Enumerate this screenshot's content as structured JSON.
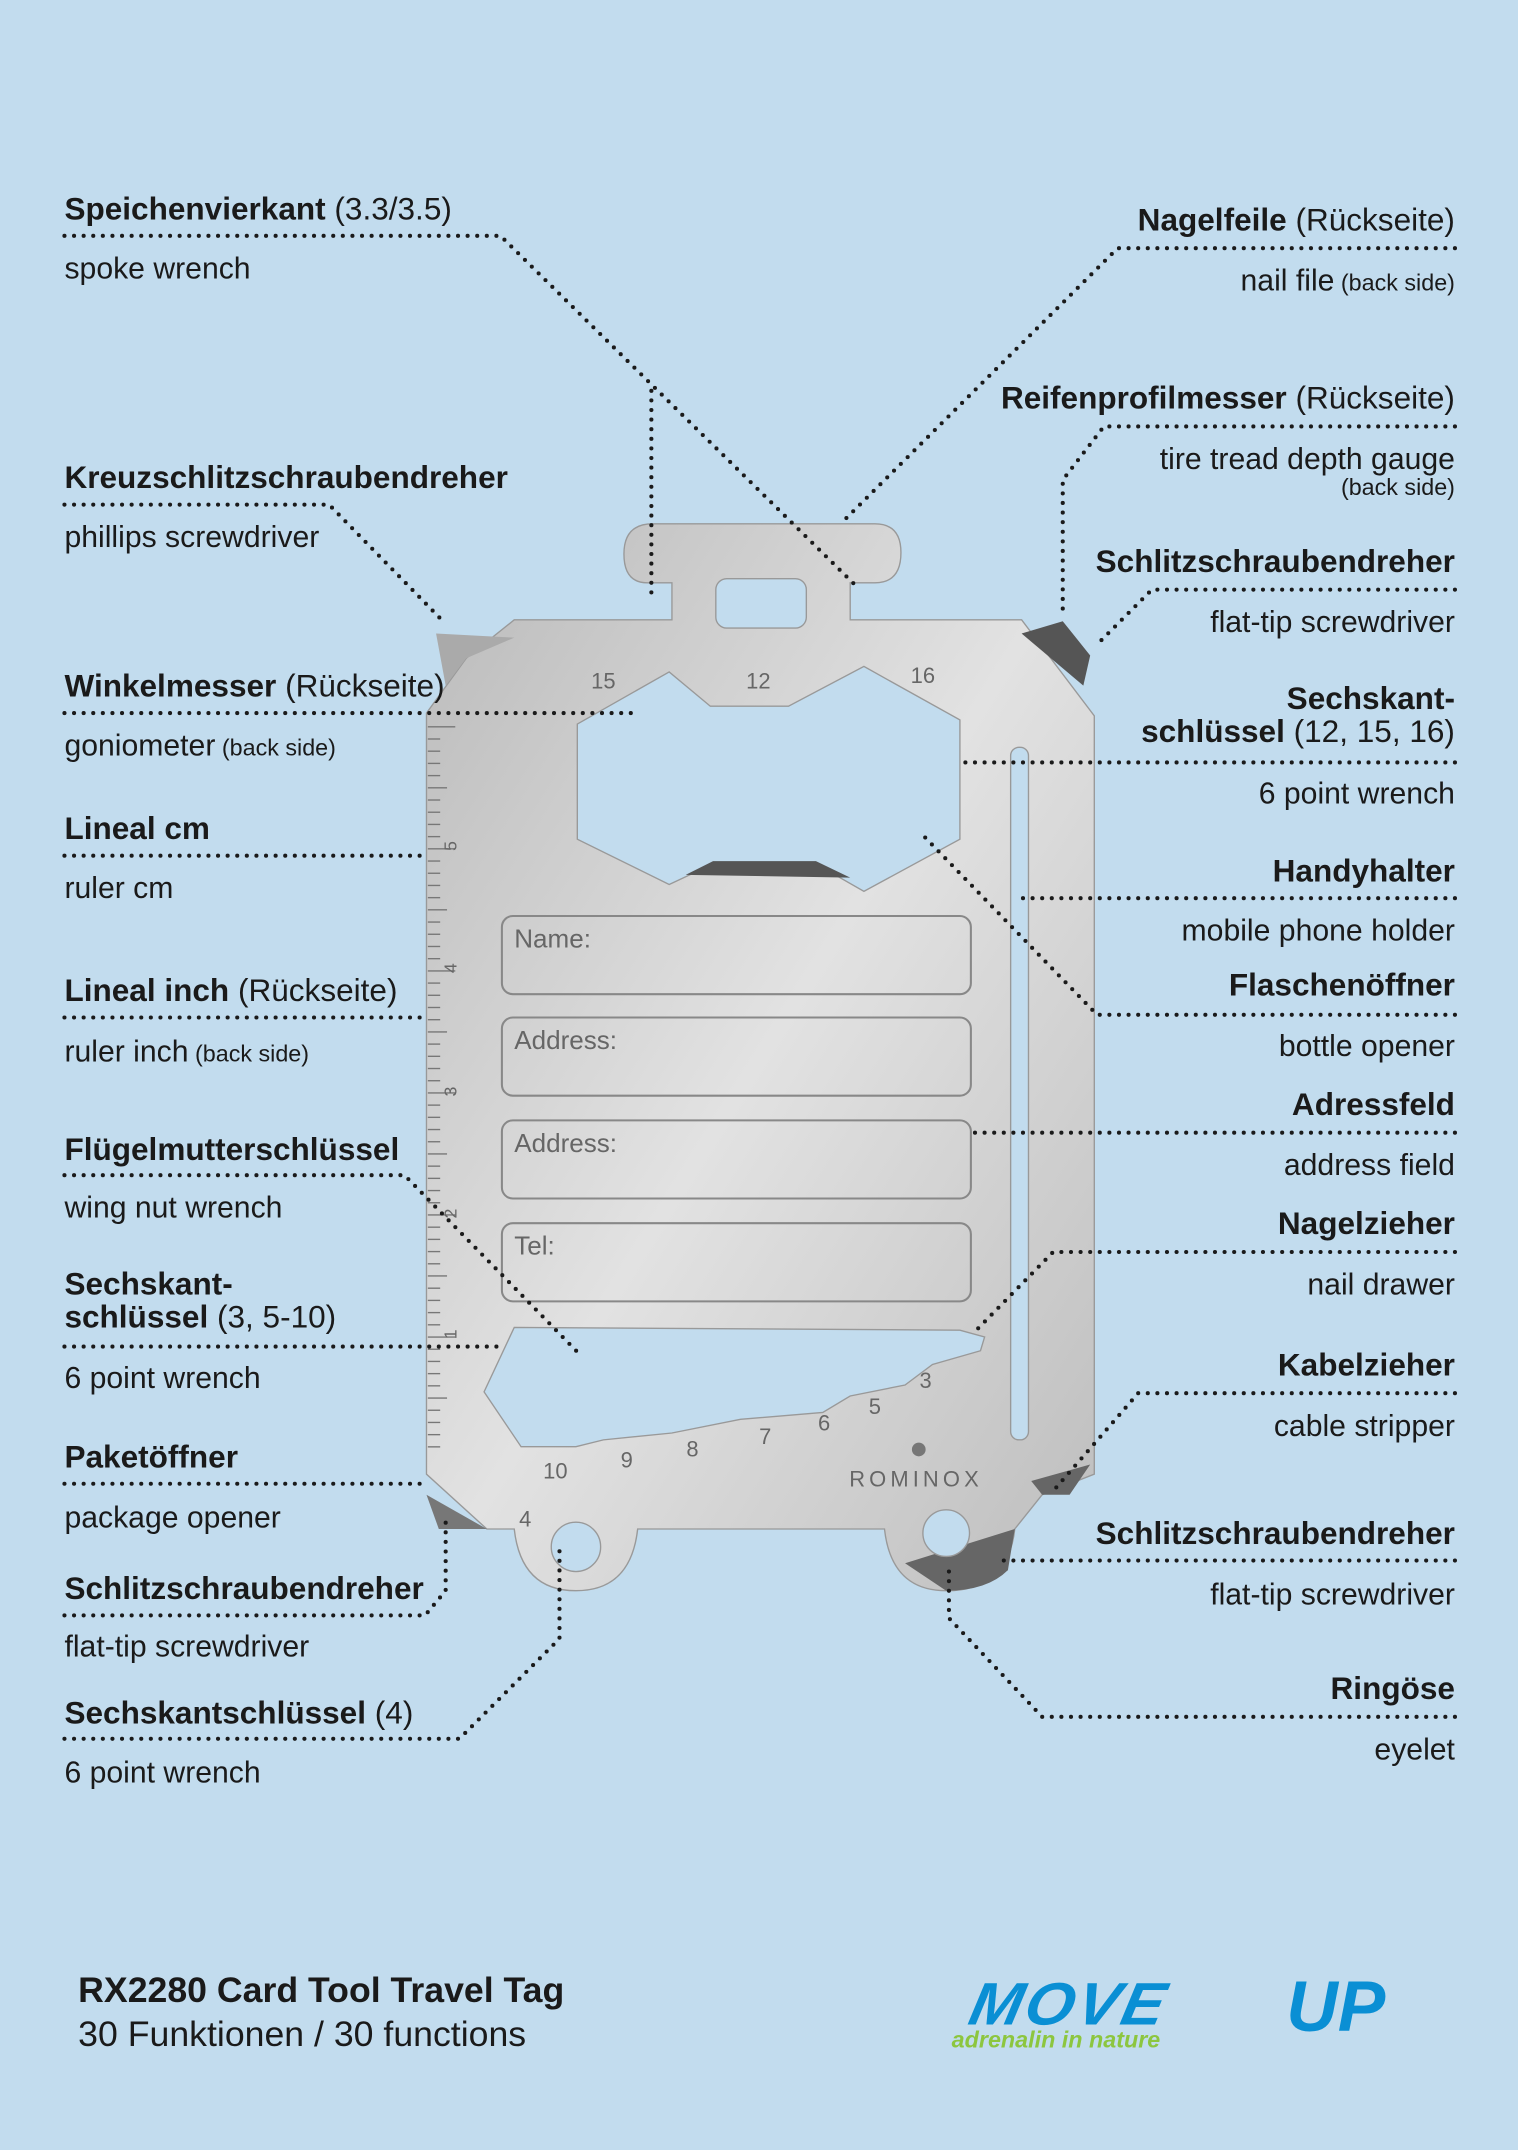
{
  "left": [
    {
      "title": "Speichenvierkant",
      "paren": " (3.3/3.5)",
      "sub": "spoke wrench"
    },
    {
      "title": "Kreuzschlitzschraubendreher",
      "paren": "",
      "sub": "phillips screwdriver"
    },
    {
      "title": "Winkelmesser",
      "paren": " (Rückseite)",
      "sub": "goniometer",
      "sub_small": " (back side)"
    },
    {
      "title": "Lineal cm",
      "paren": "",
      "sub": "ruler cm"
    },
    {
      "title": "Lineal inch",
      "paren": " (Rückseite)",
      "sub": "ruler inch",
      "sub_small": " (back side)"
    },
    {
      "title": "Flügelmutterschlüssel",
      "paren": "",
      "sub": "wing nut wrench"
    },
    {
      "title_line1": "Sechskant-",
      "title": "schlüssel",
      "paren": " (3, 5-10)",
      "sub": "6 point wrench"
    },
    {
      "title": "Paketöffner",
      "paren": "",
      "sub": "package opener"
    },
    {
      "title": "Schlitzschraubendreher",
      "paren": "",
      "sub": "flat-tip screwdriver"
    },
    {
      "title": "Sechskantschlüssel",
      "paren": " (4)",
      "sub": "6 point wrench"
    }
  ],
  "right": [
    {
      "title": "Nagelfeile",
      "paren": " (Rückseite)",
      "sub": "nail file",
      "sub_small": " (back side)"
    },
    {
      "title": "Reifenprofilmesser",
      "paren": " (Rückseite)",
      "sub": "tire tread depth gauge",
      "sub_small": "(back side)"
    },
    {
      "title": "Schlitzschraubendreher",
      "paren": "",
      "sub": "flat-tip screwdriver"
    },
    {
      "title_line1": "Sechskant-",
      "title": "schlüssel",
      "paren": " (12, 15, 16)",
      "sub": "6 point wrench"
    },
    {
      "title": "Handyhalter",
      "paren": "",
      "sub": "mobile phone holder"
    },
    {
      "title": "Flaschenöffner",
      "paren": "",
      "sub": "bottle opener"
    },
    {
      "title": "Adressfeld",
      "paren": "",
      "sub": "address field"
    },
    {
      "title": "Nagelzieher",
      "paren": "",
      "sub": "nail drawer"
    },
    {
      "title": "Kabelzieher",
      "paren": "",
      "sub": "cable stripper"
    },
    {
      "title": "Schlitzschraubendreher",
      "paren": "",
      "sub": "flat-tip screwdriver"
    },
    {
      "title": "Ringöse",
      "paren": "",
      "sub": "eyelet"
    }
  ],
  "card": {
    "fields": [
      "Name:",
      "Address:",
      "Address:",
      "Tel:"
    ],
    "hex_sizes": [
      "15",
      "12",
      "16"
    ],
    "wrench_sizes": [
      "10",
      "9",
      "8",
      "7",
      "6",
      "5",
      "3",
      "4"
    ],
    "ruler_numbers": [
      "5",
      "4",
      "3",
      "2",
      "1"
    ],
    "brand": "ROMINOX",
    "metal_color": "#c9c9c9",
    "background_color": "#c2dcee"
  },
  "footer": {
    "product": "RX2280 Card Tool Travel Tag",
    "functions": "30 Funktionen / 30 functions"
  },
  "logo": {
    "name": "MOVE UP",
    "tagline": "adrenalin in nature",
    "blue": "#0a8fd4",
    "green": "#8cc63f"
  }
}
